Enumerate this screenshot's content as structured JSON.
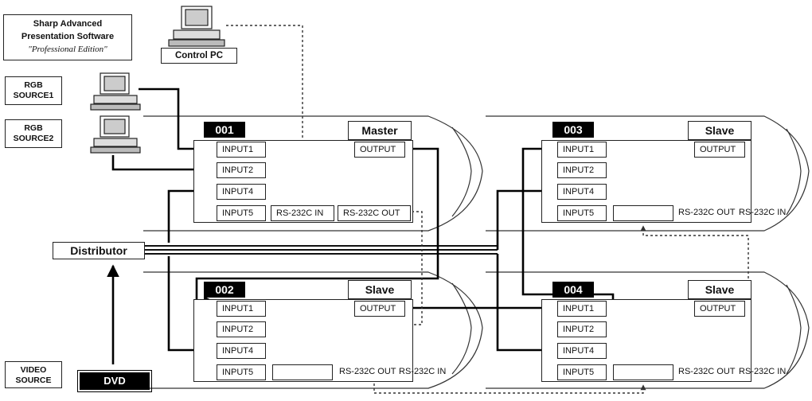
{
  "software": {
    "line1": "Sharp Advanced",
    "line2": "Presentation Software",
    "line3": "\"Professional Edition\""
  },
  "control_pc": "Control PC",
  "sources": {
    "rgb1_line1": "RGB",
    "rgb1_line2": "SOURCE1",
    "rgb2_line1": "RGB",
    "rgb2_line2": "SOURCE2",
    "video_line1": "VIDEO",
    "video_line2": "SOURCE",
    "dvd": "DVD"
  },
  "distributor": "Distributor",
  "projectors": [
    {
      "id": "001",
      "role": "Master",
      "input1": "INPUT1",
      "input2": "INPUT2",
      "input4": "INPUT4",
      "input5": "INPUT5",
      "output": "OUTPUT",
      "rs_in": "RS-232C IN",
      "rs_out": "RS-232C OUT"
    },
    {
      "id": "002",
      "role": "Slave",
      "input1": "INPUT1",
      "input2": "INPUT2",
      "input4": "INPUT4",
      "input5": "INPUT5",
      "output": "OUTPUT",
      "rs_out": "RS-232C OUT",
      "rs_in": "RS-232C IN"
    },
    {
      "id": "003",
      "role": "Slave",
      "input1": "INPUT1",
      "input2": "INPUT2",
      "input4": "INPUT4",
      "input5": "INPUT5",
      "output": "OUTPUT",
      "rs_out": "RS-232C OUT",
      "rs_in": "RS-232C IN"
    },
    {
      "id": "004",
      "role": "Slave",
      "input1": "INPUT1",
      "input2": "INPUT2",
      "input4": "INPUT4",
      "input5": "INPUT5",
      "output": "OUTPUT",
      "rs_out": "RS-232C OUT",
      "rs_in": "RS-232C IN"
    }
  ]
}
